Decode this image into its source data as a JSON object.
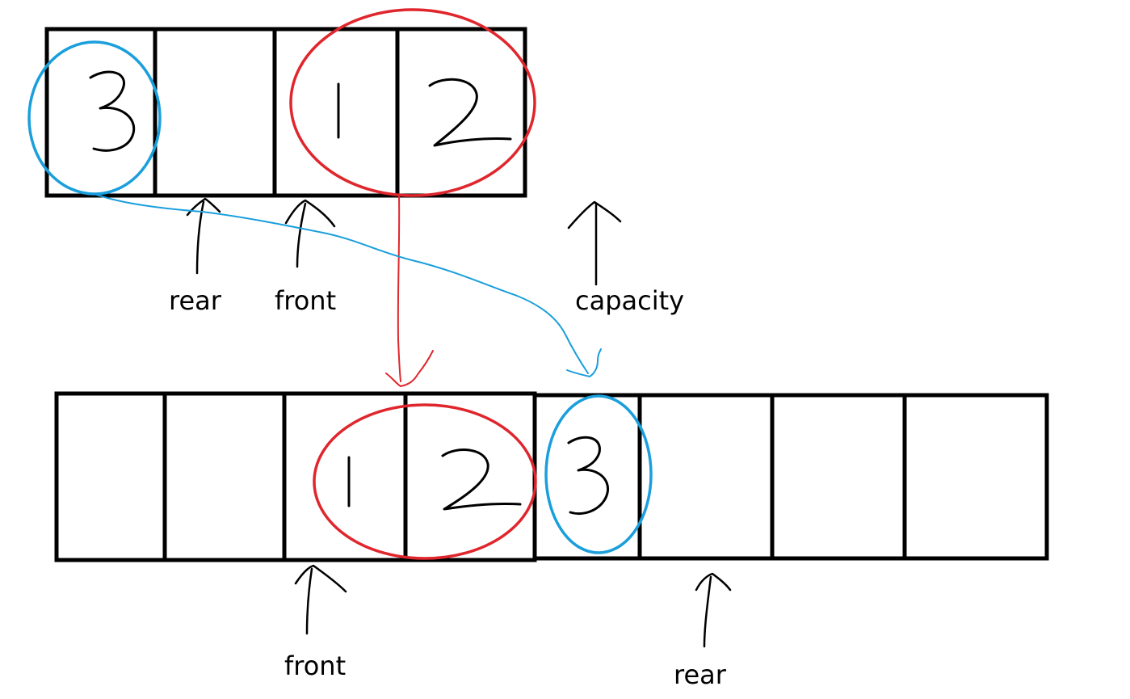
{
  "top_array": {
    "cells": [
      "3",
      "",
      "1",
      "2"
    ],
    "pointers": {
      "rear_label": "rear",
      "front_label": "front",
      "capacity_label": "capacity"
    }
  },
  "bottom_array": {
    "cells": [
      "",
      "",
      "1",
      "2",
      "3",
      "",
      "",
      ""
    ],
    "pointers": {
      "front_label": "front",
      "rear_label": "rear"
    }
  },
  "colors": {
    "grid": "#000000",
    "moved_front_block": "#e0262d",
    "wrapped_element": "#1a9fdc",
    "background": "#ffffff"
  }
}
